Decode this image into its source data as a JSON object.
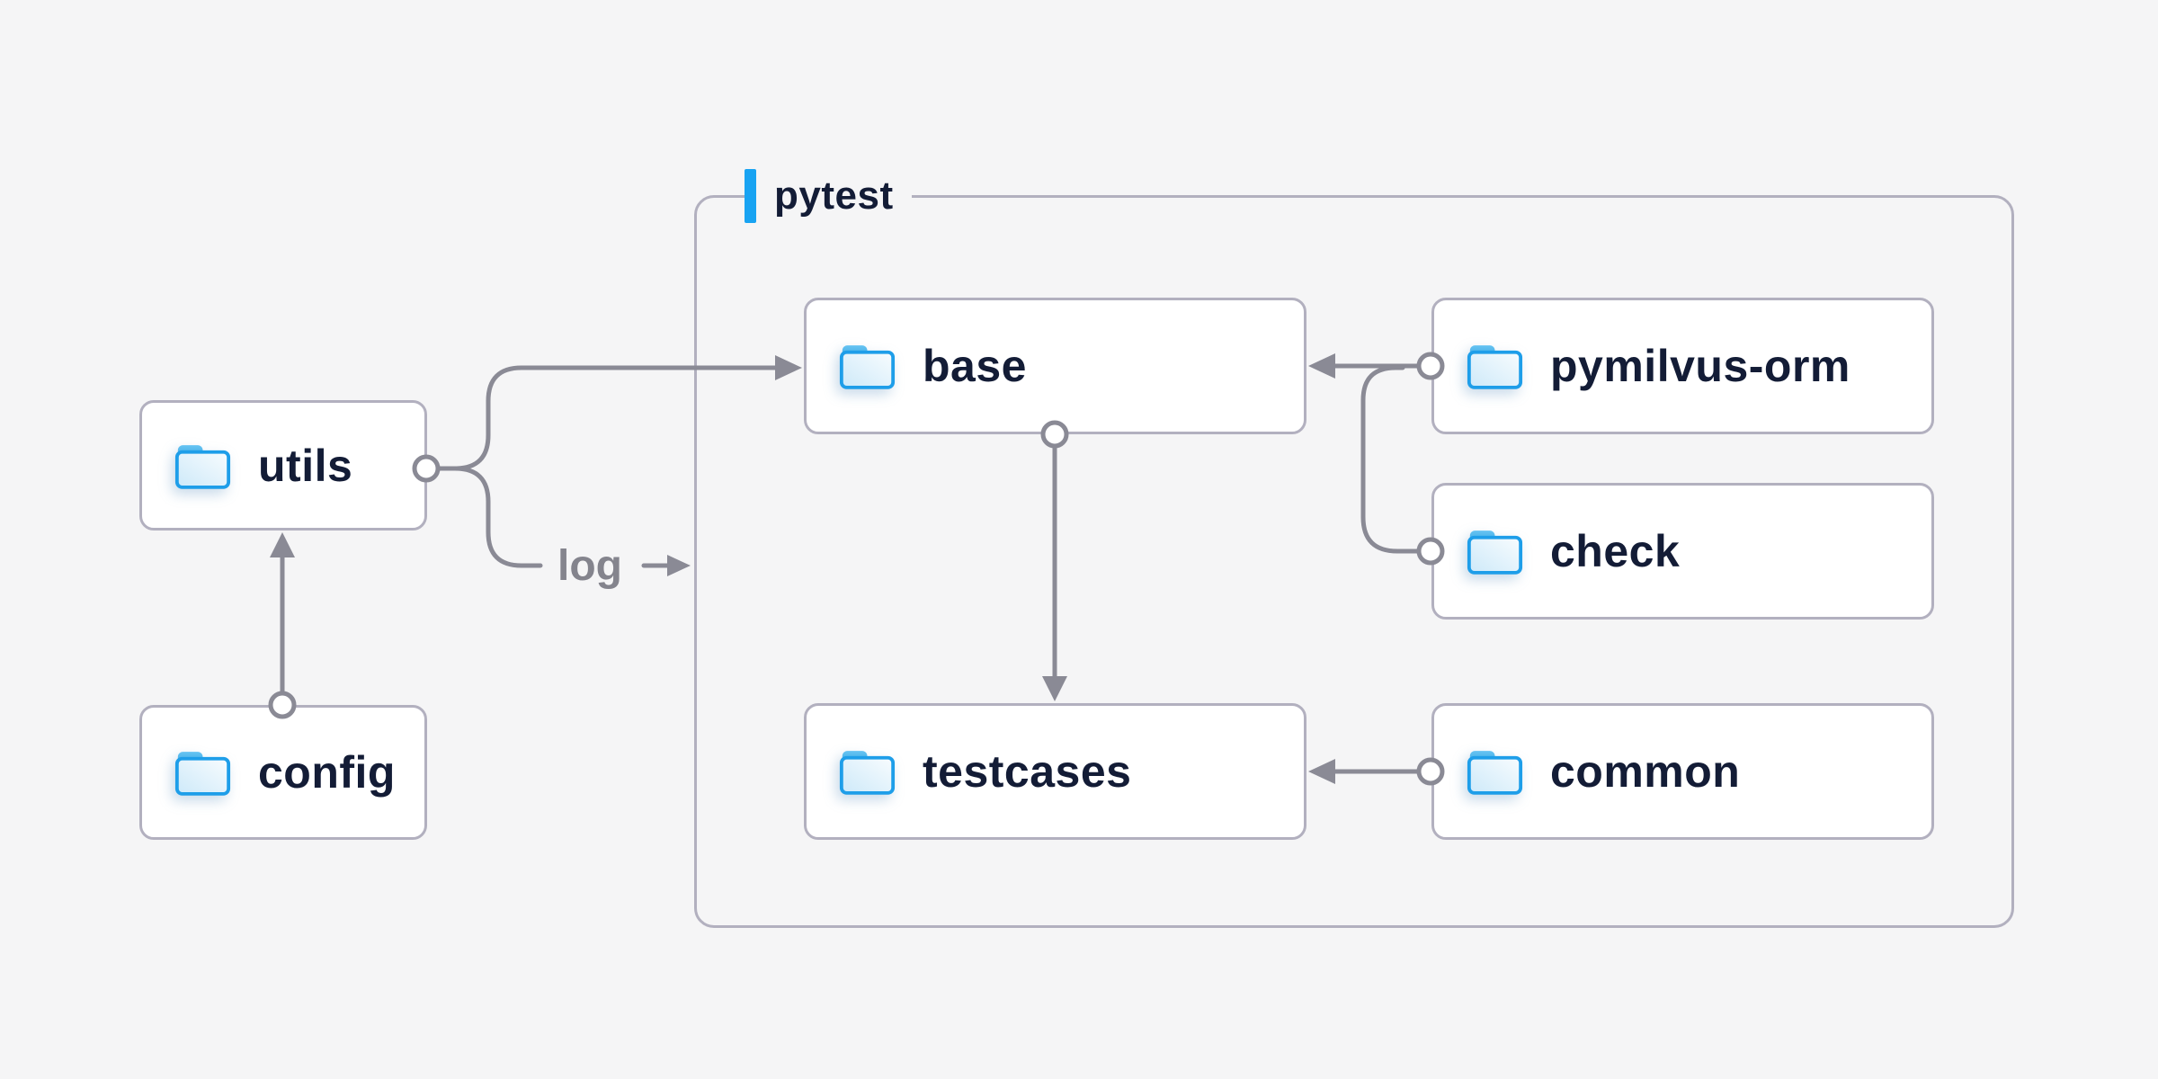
{
  "group": {
    "label": "pytest"
  },
  "nodes": {
    "utils": {
      "label": "utils",
      "icon": "folder-icon"
    },
    "config": {
      "label": "config",
      "icon": "folder-icon"
    },
    "base": {
      "label": "base",
      "icon": "folder-icon"
    },
    "pymilvus": {
      "label": "pymilvus-orm",
      "icon": "folder-icon"
    },
    "check": {
      "label": "check",
      "icon": "folder-icon"
    },
    "testcases": {
      "label": "testcases",
      "icon": "folder-icon"
    },
    "common": {
      "label": "common",
      "icon": "folder-icon"
    }
  },
  "edge_label": {
    "text": "log"
  },
  "edges": [
    {
      "from": "utils",
      "to": "base",
      "style": "arrow"
    },
    {
      "from": "utils",
      "to": "log-label",
      "style": "arrow"
    },
    {
      "from": "config",
      "to": "utils",
      "style": "arrow"
    },
    {
      "from": "base",
      "to": "testcases",
      "style": "arrow"
    },
    {
      "from": "pymilvus-orm",
      "to": "base",
      "style": "arrow"
    },
    {
      "from": "check",
      "to": "base",
      "style": "arrow"
    },
    {
      "from": "common",
      "to": "testcases",
      "style": "arrow"
    }
  ],
  "colors": {
    "background": "#f5f5f6",
    "node_fill": "#ffffff",
    "node_border": "#b2b0bf",
    "group_border": "#b2b0bf",
    "connector": "#8a8a95",
    "label_text": "#131c36",
    "muted_text": "#84848d",
    "accent_blue": "#18a3f2",
    "folder_stroke": "#1e9ee9"
  }
}
